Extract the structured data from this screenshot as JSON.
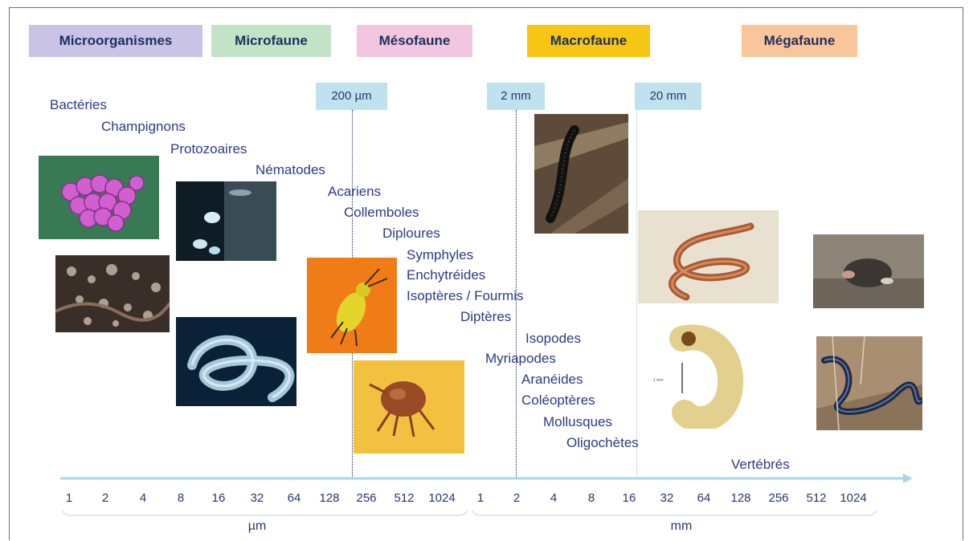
{
  "categories": [
    {
      "label": "Microorganismes",
      "color": "#c9c4e6"
    },
    {
      "label": "Microfaune",
      "color": "#c3e3c6"
    },
    {
      "label": "Mésofaune",
      "color": "#f3c6e0"
    },
    {
      "label": "Macrofaune",
      "color": "#f7c615"
    },
    {
      "label": "Mégafaune",
      "color": "#f9c59a"
    }
  ],
  "thresholds": [
    "200 µm",
    "2 mm",
    "20 mm"
  ],
  "organisms": [
    "Bactéries",
    "Champignons",
    "Protozoaires",
    "Nématodes",
    "Acariens",
    "Collemboles",
    "Diploures",
    "Symphyles",
    "Enchytréides",
    "Isoptères / Fourmis",
    "Diptères",
    "Isopodes",
    "Myriapodes",
    "Aranéides",
    "Coléoptères",
    "Mollusques",
    "Oligochètes",
    "Vertébrés"
  ],
  "axis": {
    "um_ticks": [
      "1",
      "2",
      "4",
      "8",
      "16",
      "32",
      "64",
      "128",
      "256",
      "512",
      "1024"
    ],
    "mm_ticks": [
      "1",
      "2",
      "4",
      "8",
      "16",
      "32",
      "64",
      "128",
      "256",
      "512",
      "1024"
    ],
    "um_label": "µm",
    "mm_label": "mm",
    "color": "#a9d7ea"
  },
  "photos": [
    "bacteria-photo",
    "fungi-photo",
    "protozoa-photo",
    "nematode-photo",
    "springtail-photo",
    "mite-photo",
    "millipede-photo",
    "earthworm-photo",
    "grub-photo",
    "mole-photo",
    "snake-photo"
  ]
}
